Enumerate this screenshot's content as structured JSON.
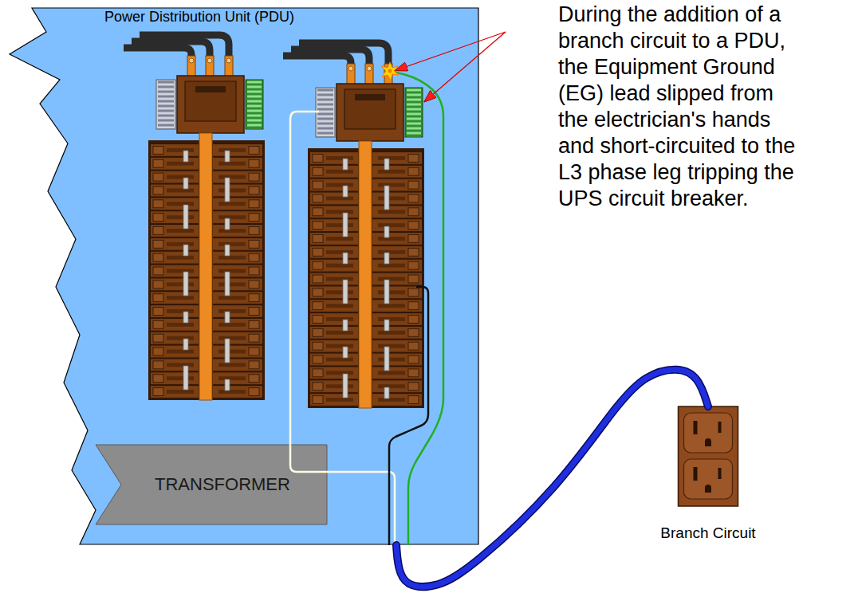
{
  "diagram": {
    "nodes": [
      {
        "text": [
          "Power Distribution Unit (PDU)"
        ]
      },
      {
        "text": [
          "TRANSFORMER"
        ],
        "in": 0
      },
      {
        "text": [
          "Branch Circuit"
        ]
      }
    ],
    "edges": [
      {
        "from": 0,
        "to": 2,
        "arrow": "none"
      }
    ],
    "labels": [
      "During the addition of a branch circuit to a PDU, the Equipment Ground (EG) lead slipped from the electrician's hands and short-circuited to the L3 phase leg tripping the UPS circuit breaker."
    ]
  }
}
